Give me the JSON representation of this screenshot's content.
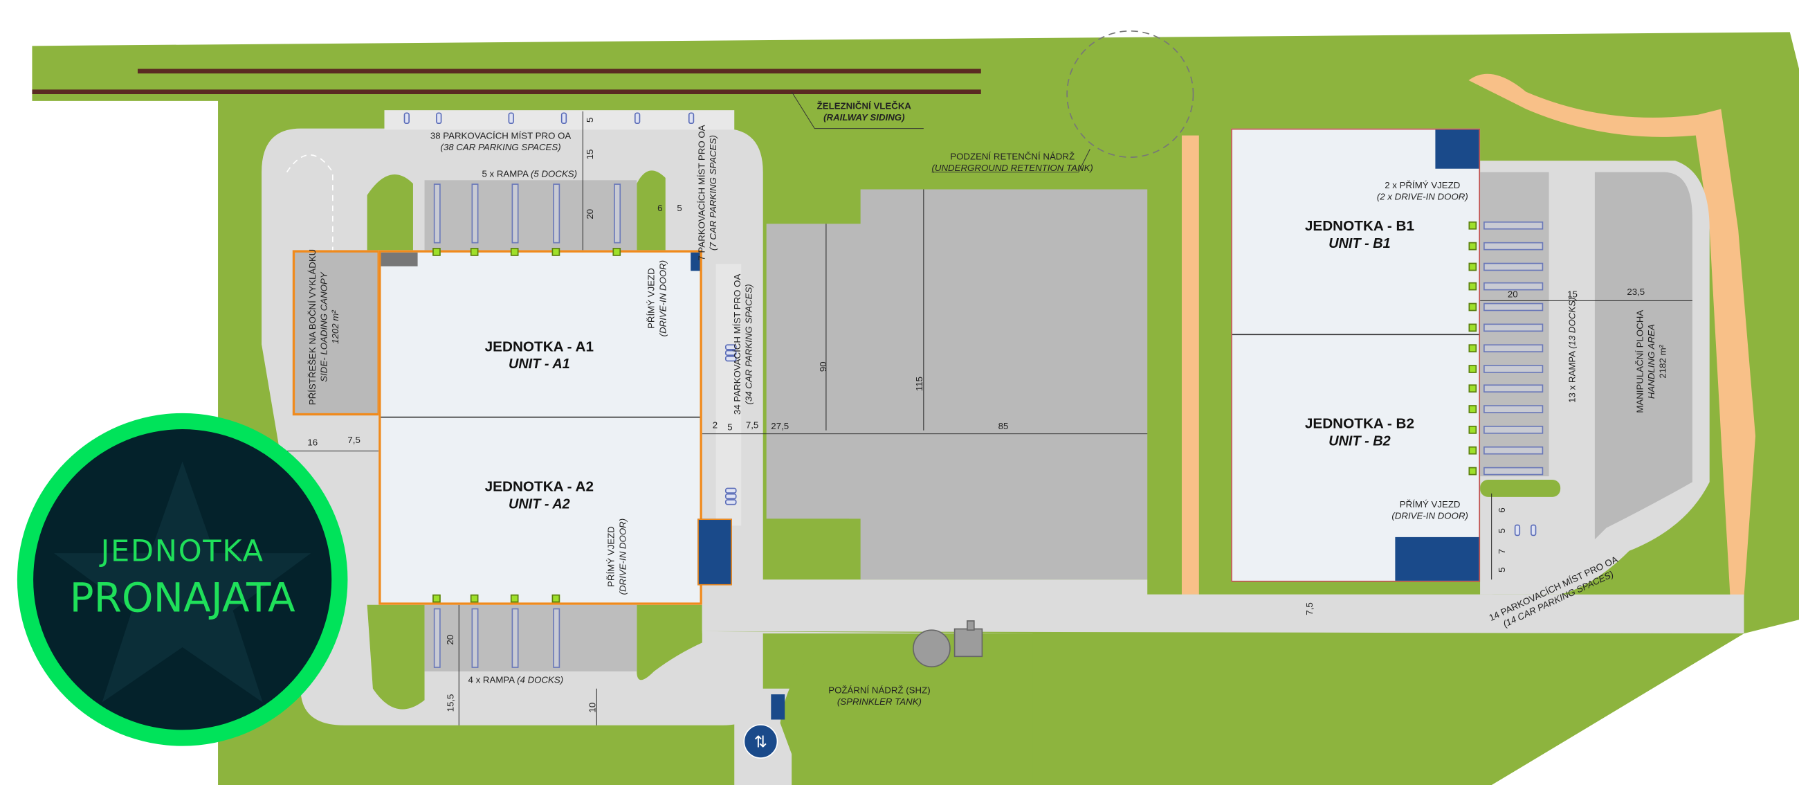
{
  "badge": {
    "line1": "JEDNOTKA",
    "line2": "PRONAJATA"
  },
  "units": {
    "a1": {
      "cz": "JEDNOTKA - A1",
      "en": "UNIT - A1"
    },
    "a2": {
      "cz": "JEDNOTKA - A2",
      "en": "UNIT - A2"
    },
    "b1": {
      "cz": "JEDNOTKA - B1",
      "en": "UNIT - B1"
    },
    "b2": {
      "cz": "JEDNOTKA - B2",
      "en": "UNIT - B2"
    }
  },
  "labels": {
    "railway": {
      "cz": "ŽELEZNIČNÍ VLEČKA",
      "en": "(RAILWAY SIDING)"
    },
    "retention": {
      "cz": "PODZENÍ RETENČNÍ  NÁDRŽ",
      "en": "(UNDERGROUND RETENTION  TANK)"
    },
    "parking38": {
      "cz": "38  PARKOVACÍCH MÍST PRO OA",
      "en": "(38  CAR PARKING SPACES)"
    },
    "docks5": {
      "cz": "5 x RAMPA",
      "en": "(5 DOCKS)"
    },
    "parking7": {
      "cz": "7 PARKOVACÍCH MÍST PRO OA",
      "en": "(7 CAR PARKING SPACES)"
    },
    "parking34": {
      "cz": "34  PARKOVACÍCH MÍST PRO OA",
      "en": "(34  CAR PARKING SPACES)"
    },
    "canopy": {
      "cz": "PŘÍSTŘEŠEK NA BOČNÍ VYKLÁDKU",
      "en": "SIDE- LOADING CANOPY",
      "area": "1202 m²"
    },
    "driveA1": {
      "cz": "PŘÍMÝ VJEZD",
      "en": "(DRIVE-IN DOOR)"
    },
    "driveA2": {
      "cz": "PŘÍMÝ VJEZD",
      "en": "(DRIVE-IN DOOR)"
    },
    "driveB1": {
      "cz": "2 x PŘÍMÝ VJEZD",
      "en": "(2 x DRIVE-IN DOOR)"
    },
    "driveB2": {
      "cz": "PŘÍMÝ VJEZD",
      "en": "(DRIVE-IN DOOR)"
    },
    "docks4": {
      "cz": "4 x RAMPA",
      "en": "(4 DOCKS)"
    },
    "docks13": {
      "cz": "13 x RAMPA",
      "en": "(13 DOCKS)"
    },
    "handling": {
      "cz": "MANIPULAČNÍ  PLOCHA",
      "en": "HANDLING AREA",
      "area": "2182 m²"
    },
    "parking14": {
      "cz": "14  PARKOVACÍCH MÍST PRO OA",
      "en": "(14  CAR PARKING SPACES)"
    },
    "sprinkler": {
      "cz": "POŽÁRNÍ NÁDRŽ  (SHZ)",
      "en": "(SPRINKLER  TANK)"
    }
  },
  "dims": [
    "5",
    "15",
    "20",
    "6",
    "5",
    "90",
    "115",
    "27,5",
    "85",
    "2",
    "5",
    "7,5",
    "16",
    "7,5",
    "20",
    "15,5",
    "10",
    "20",
    "15",
    "23,5",
    "6",
    "5",
    "7",
    "5",
    "7,5"
  ],
  "colors": {
    "grass": "#8db43e",
    "road": "#dcdcdc",
    "paved": "#b9b9b9",
    "building": "#edf1f5",
    "outlineA": "#f08a1c",
    "outlineB": "#c0504d",
    "blue": "#1a4a8a",
    "badgeGreen": "#00e35a",
    "badgeDark": "#04222b",
    "rail": "#5a2a22",
    "sand": "#f8c088"
  }
}
